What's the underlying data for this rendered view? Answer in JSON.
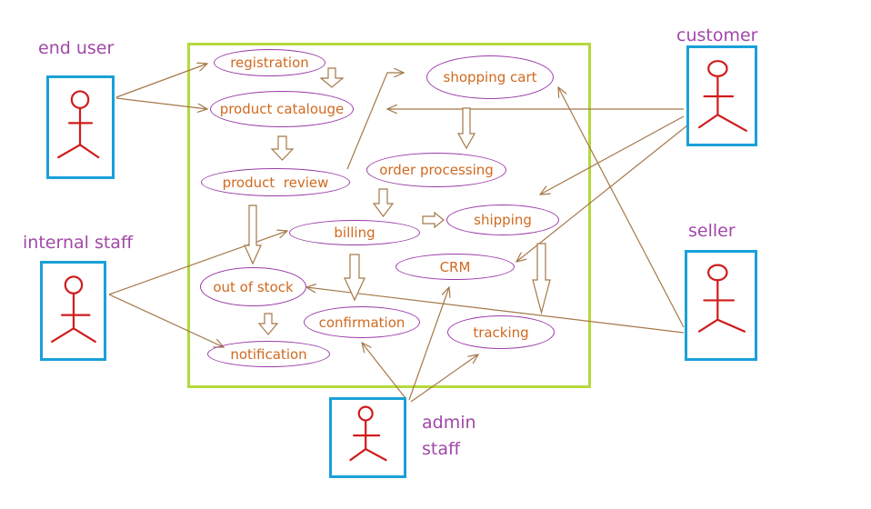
{
  "diagram": {
    "system_border_color": "#b5d93c",
    "actor_border_color": "#1aa0d8",
    "actor_figure_color": "#d01c1c",
    "usecase_outline_color": "#9a3aa8",
    "usecase_text_color": "#d06a20",
    "arrow_color": "#a5784a",
    "actor_label_color": "#a048a8"
  },
  "actors": {
    "end_user": "end user",
    "internal_staff": "internal staff",
    "customer": "customer",
    "seller": "seller",
    "admin_staff_line1": "admin",
    "admin_staff_line2": "staff"
  },
  "use_cases": {
    "registration": "registration",
    "product_catalouge": "product catalouge",
    "shopping_cart": "shopping cart",
    "product_review": "product  review",
    "order_processing": "order processing",
    "billing": "billing",
    "shipping": "shipping",
    "crm": "CRM",
    "out_of_stock": "out of stock",
    "confirmation": "confirmation",
    "tracking": "tracking",
    "notification": "notification"
  }
}
